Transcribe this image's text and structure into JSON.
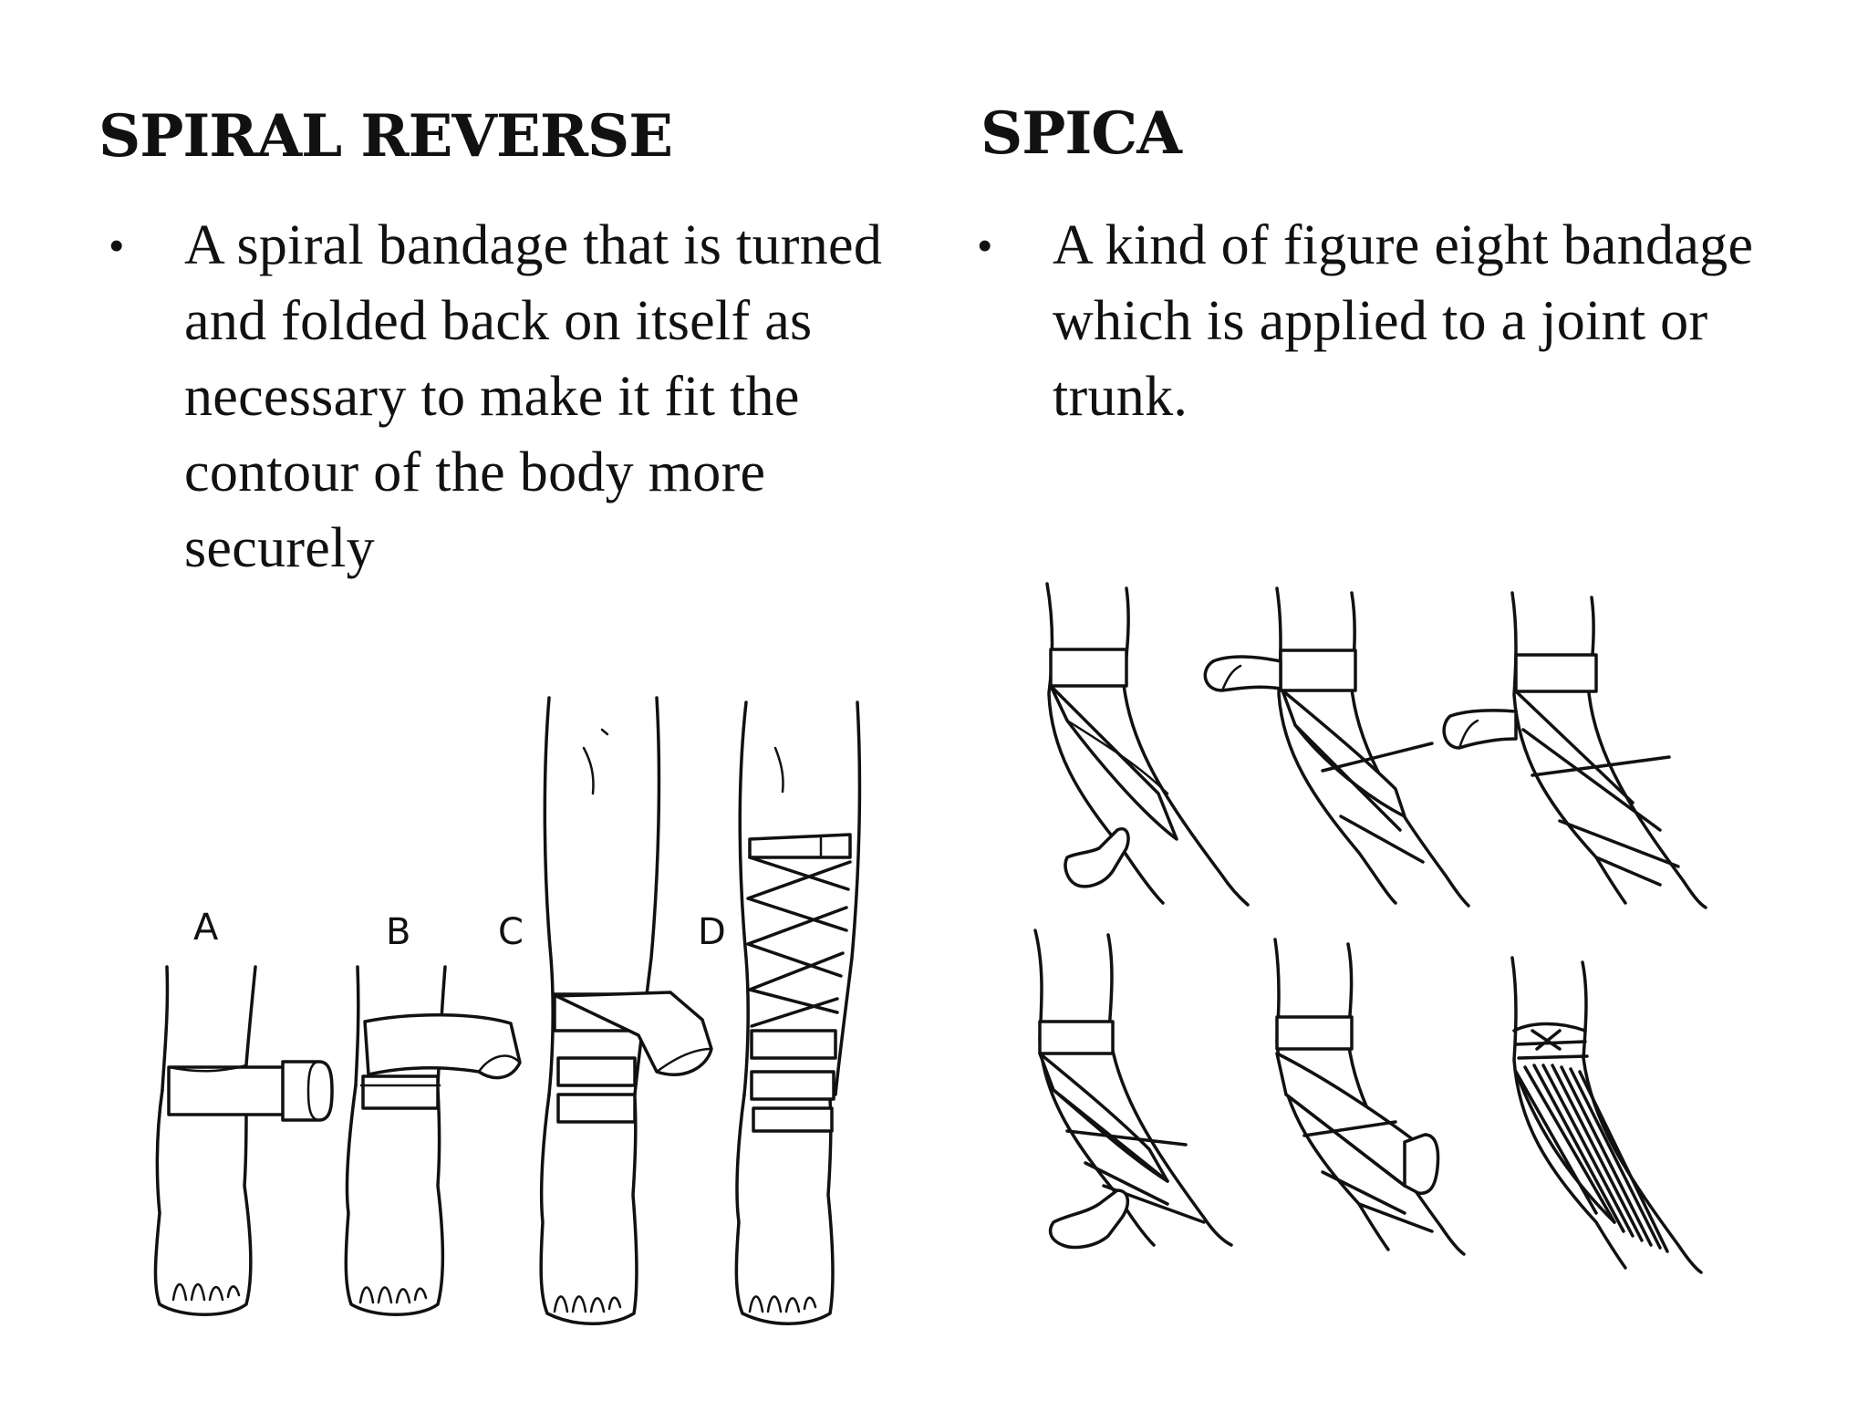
{
  "left": {
    "heading": "SPIRAL REVERSE",
    "bullet": "A spiral bandage that is turned and folded back on itself as necessary to make it fit the contour of the body more securely",
    "figure_labels": [
      "A",
      "B",
      "C",
      "D"
    ]
  },
  "right": {
    "heading": "SPICA",
    "bullet": "A kind of figure eight bandage which is applied to a joint or trunk."
  }
}
